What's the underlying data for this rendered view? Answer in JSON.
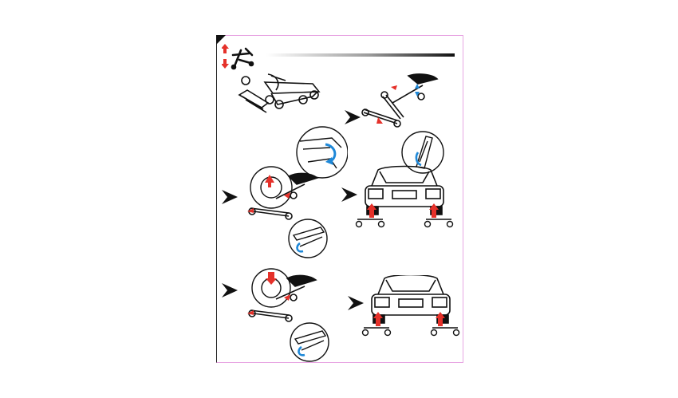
{
  "document": {
    "colors": {
      "accent_red": "#e5312a",
      "accent_blue": "#1e88d8",
      "line": "#111111",
      "page_border": "#e8a6e3"
    },
    "icons": [
      "red-up-down-arrows-icon",
      "wheel-dolly-icon",
      "step-arrow-icon"
    ],
    "steps": [
      "fold-dolly",
      "adjust-pedal",
      "position-under-tire",
      "place-under-car",
      "pump-pedal-lift",
      "car-lifted-on-dollies"
    ]
  }
}
